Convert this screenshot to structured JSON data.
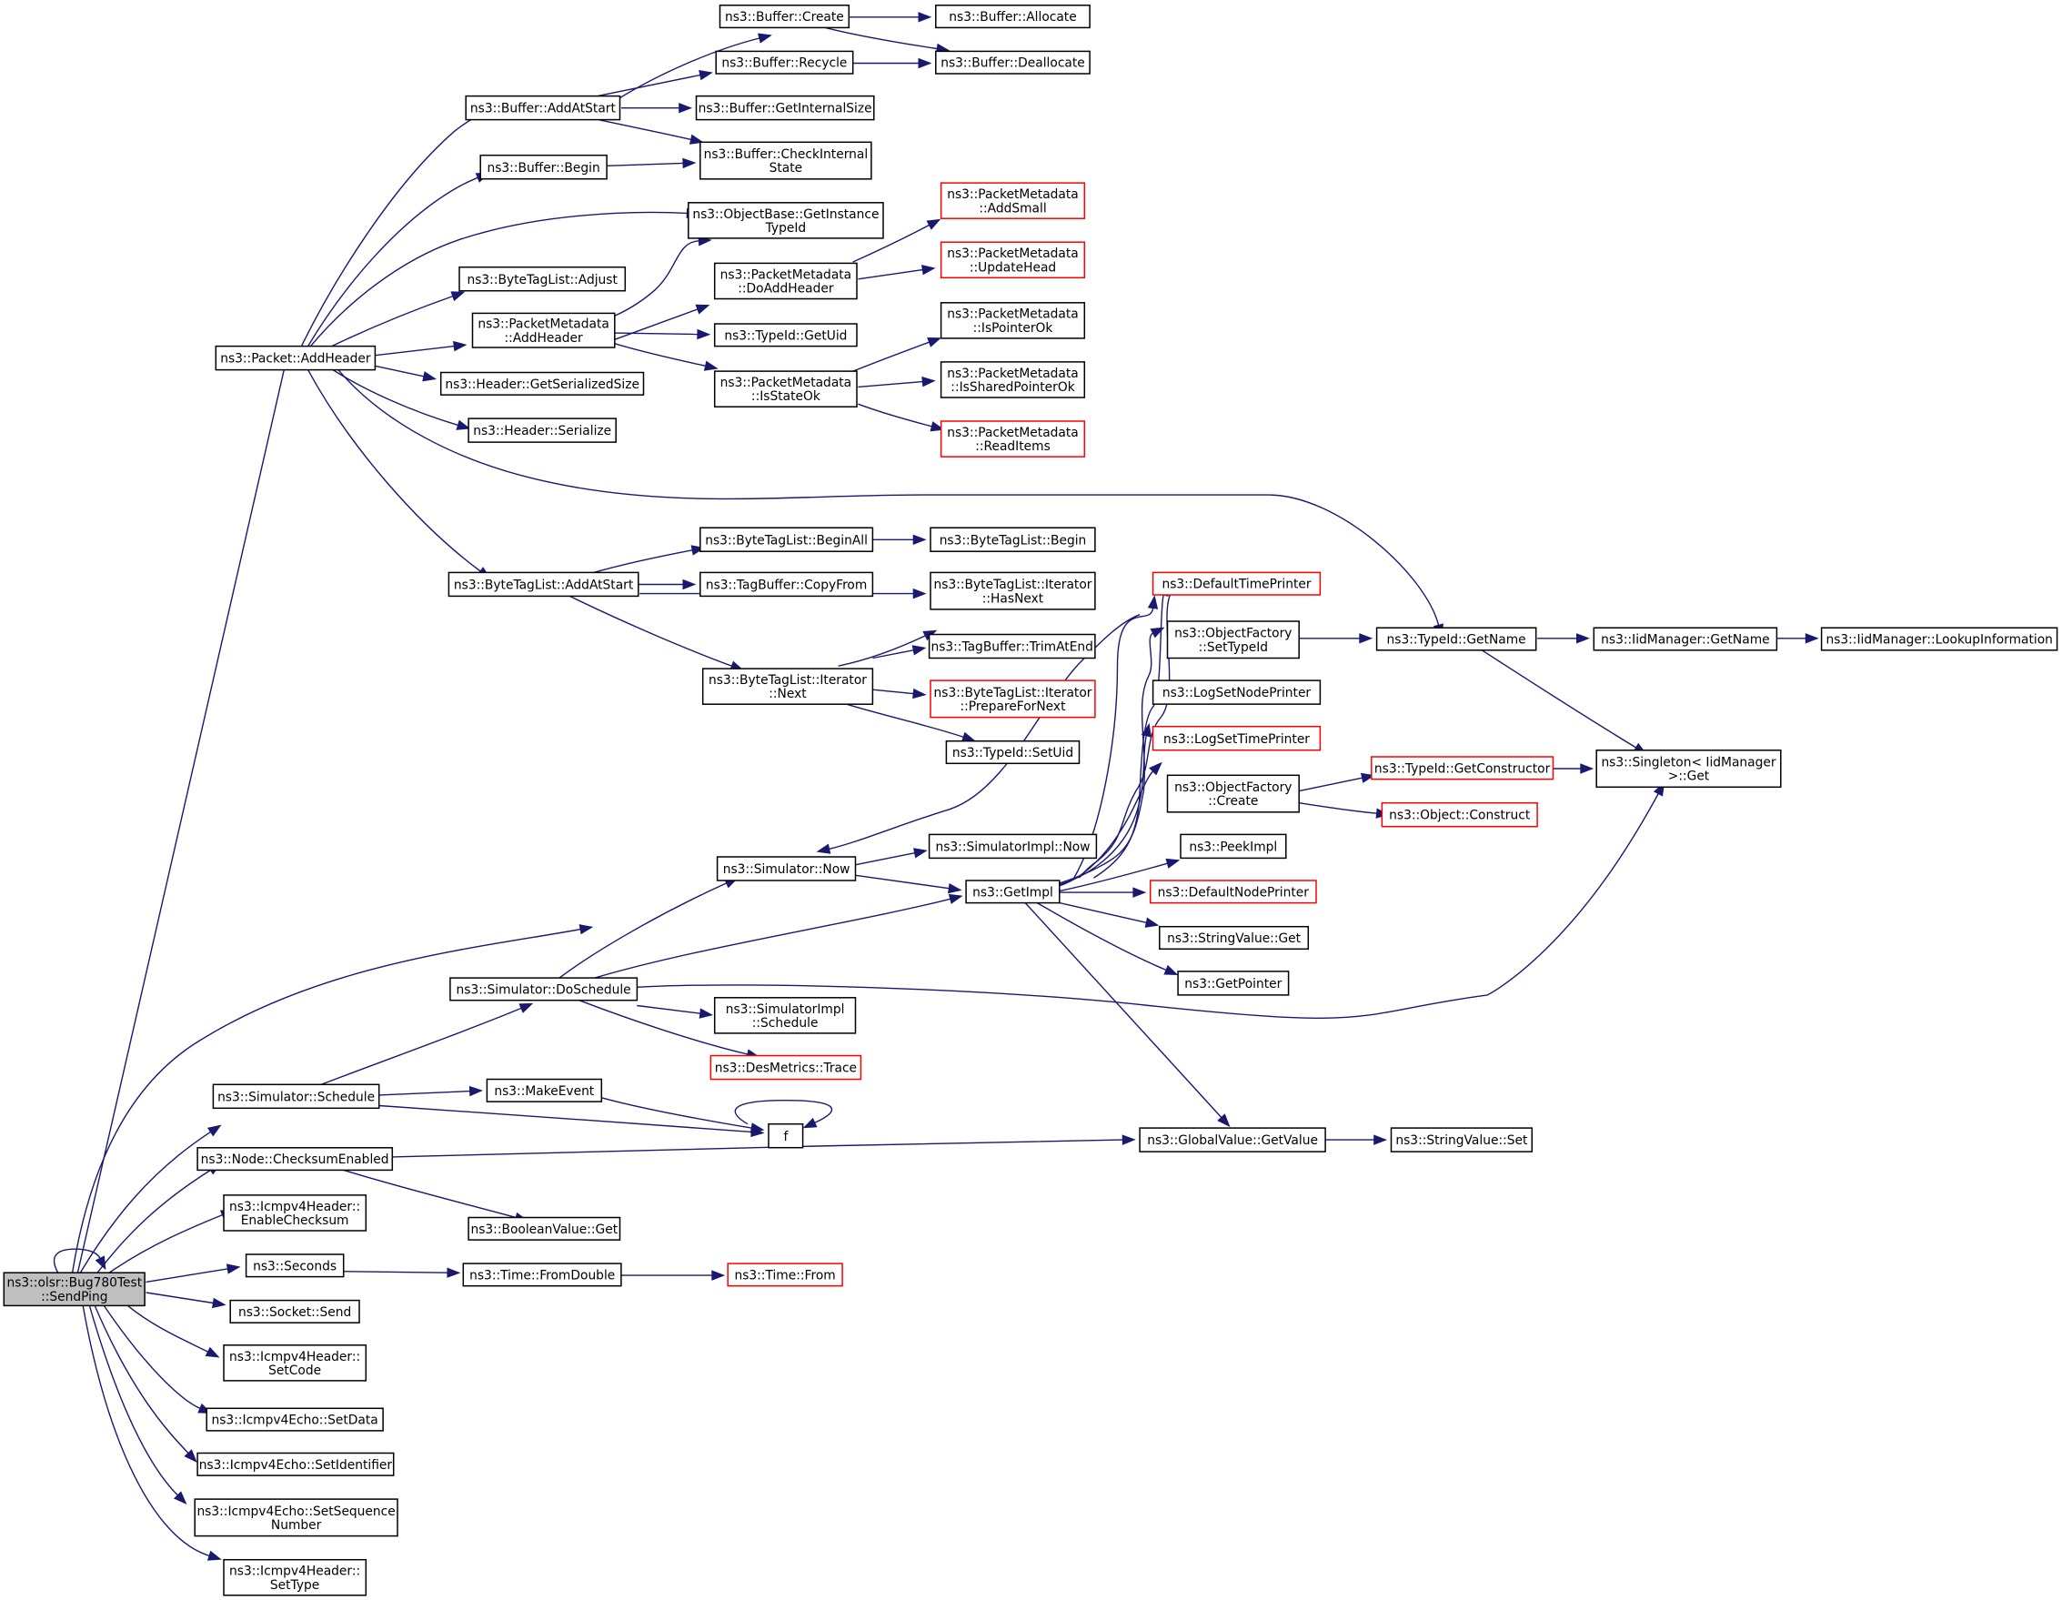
{
  "graph": {
    "edge_color": "#191970",
    "highlight_border_color": "#ff0000",
    "root_fill_color": "#bfbfbf",
    "nodes": [
      {
        "id": "root",
        "lines": [
          "ns3::olsr::Bug780Test",
          "::SendPing"
        ],
        "root": true
      },
      {
        "id": "pkt_addheader",
        "lines": [
          "ns3::Packet::AddHeader"
        ]
      },
      {
        "id": "buf_addatstart",
        "lines": [
          "ns3::Buffer::AddAtStart"
        ]
      },
      {
        "id": "buf_create",
        "lines": [
          "ns3::Buffer::Create"
        ]
      },
      {
        "id": "buf_allocate",
        "lines": [
          "ns3::Buffer::Allocate"
        ]
      },
      {
        "id": "buf_recycle",
        "lines": [
          "ns3::Buffer::Recycle"
        ]
      },
      {
        "id": "buf_deallocate",
        "lines": [
          "ns3::Buffer::Deallocate"
        ]
      },
      {
        "id": "buf_getinternalsize",
        "lines": [
          "ns3::Buffer::GetInternalSize"
        ]
      },
      {
        "id": "buf_checkinternal",
        "lines": [
          "ns3::Buffer::CheckInternal",
          "State"
        ]
      },
      {
        "id": "buf_begin",
        "lines": [
          "ns3::Buffer::Begin"
        ]
      },
      {
        "id": "objbase_getinst",
        "lines": [
          "ns3::ObjectBase::GetInstance",
          "TypeId"
        ]
      },
      {
        "id": "pm_addsmall",
        "lines": [
          "ns3::PacketMetadata",
          "::AddSmall"
        ],
        "red": true
      },
      {
        "id": "pm_doaddheader",
        "lines": [
          "ns3::PacketMetadata",
          "::DoAddHeader"
        ]
      },
      {
        "id": "pm_updatehead",
        "lines": [
          "ns3::PacketMetadata",
          "::UpdateHead"
        ],
        "red": true
      },
      {
        "id": "btl_adjust",
        "lines": [
          "ns3::ByteTagList::Adjust"
        ]
      },
      {
        "id": "pm_addheader",
        "lines": [
          "ns3::PacketMetadata",
          "::AddHeader"
        ]
      },
      {
        "id": "typeid_getuid",
        "lines": [
          "ns3::TypeId::GetUid"
        ]
      },
      {
        "id": "pm_ispointerok",
        "lines": [
          "ns3::PacketMetadata",
          "::IsPointerOk"
        ]
      },
      {
        "id": "pm_isstateok",
        "lines": [
          "ns3::PacketMetadata",
          "::IsStateOk"
        ]
      },
      {
        "id": "pm_issharedptrok",
        "lines": [
          "ns3::PacketMetadata",
          "::IsSharedPointerOk"
        ]
      },
      {
        "id": "pm_readitems",
        "lines": [
          "ns3::PacketMetadata",
          "::ReadItems"
        ],
        "red": true
      },
      {
        "id": "hdr_getsersize",
        "lines": [
          "ns3::Header::GetSerializedSize"
        ]
      },
      {
        "id": "hdr_serialize",
        "lines": [
          "ns3::Header::Serialize"
        ]
      },
      {
        "id": "btl_beginall",
        "lines": [
          "ns3::ByteTagList::BeginAll"
        ]
      },
      {
        "id": "btl_begin",
        "lines": [
          "ns3::ByteTagList::Begin"
        ]
      },
      {
        "id": "btl_addatstart",
        "lines": [
          "ns3::ByteTagList::AddAtStart"
        ]
      },
      {
        "id": "tagbuf_copyfrom",
        "lines": [
          "ns3::TagBuffer::CopyFrom"
        ]
      },
      {
        "id": "btli_hasnext",
        "lines": [
          "ns3::ByteTagList::Iterator",
          "::HasNext"
        ]
      },
      {
        "id": "default_time_printer",
        "lines": [
          "ns3::DefaultTimePrinter"
        ],
        "red": true
      },
      {
        "id": "objfact_settypeid",
        "lines": [
          "ns3::ObjectFactory",
          "::SetTypeId"
        ]
      },
      {
        "id": "typeid_getname",
        "lines": [
          "ns3::TypeId::GetName"
        ]
      },
      {
        "id": "iid_getname",
        "lines": [
          "ns3::IidManager::GetName"
        ]
      },
      {
        "id": "iid_lookup",
        "lines": [
          "ns3::IidManager::LookupInformation"
        ]
      },
      {
        "id": "tagbuf_trimatend",
        "lines": [
          "ns3::TagBuffer::TrimAtEnd"
        ]
      },
      {
        "id": "btli_next",
        "lines": [
          "ns3::ByteTagList::Iterator",
          "::Next"
        ]
      },
      {
        "id": "btli_preparefornext",
        "lines": [
          "ns3::ByteTagList::Iterator",
          "::PrepareForNext"
        ],
        "red": true
      },
      {
        "id": "log_setnodeprinter",
        "lines": [
          "ns3::LogSetNodePrinter"
        ]
      },
      {
        "id": "typeid_setuid",
        "lines": [
          "ns3::TypeId::SetUid"
        ]
      },
      {
        "id": "log_settimeprinter",
        "lines": [
          "ns3::LogSetTimePrinter"
        ],
        "red": true
      },
      {
        "id": "typeid_getctor",
        "lines": [
          "ns3::TypeId::GetConstructor"
        ],
        "red": true
      },
      {
        "id": "singleton_get",
        "lines": [
          "ns3::Singleton< IidManager",
          ">::Get"
        ]
      },
      {
        "id": "objfact_create",
        "lines": [
          "ns3::ObjectFactory",
          "::Create"
        ]
      },
      {
        "id": "object_construct",
        "lines": [
          "ns3::Object::Construct"
        ],
        "red": true
      },
      {
        "id": "peekimpl",
        "lines": [
          "ns3::PeekImpl"
        ]
      },
      {
        "id": "simimpl_now",
        "lines": [
          "ns3::SimulatorImpl::Now"
        ]
      },
      {
        "id": "sim_now",
        "lines": [
          "ns3::Simulator::Now"
        ]
      },
      {
        "id": "getimpl",
        "lines": [
          "ns3::GetImpl"
        ]
      },
      {
        "id": "default_node_printer",
        "lines": [
          "ns3::DefaultNodePrinter"
        ],
        "red": true
      },
      {
        "id": "stringvalue_get",
        "lines": [
          "ns3::StringValue::Get"
        ]
      },
      {
        "id": "getpointer",
        "lines": [
          "ns3::GetPointer"
        ]
      },
      {
        "id": "sim_doschedule",
        "lines": [
          "ns3::Simulator::DoSchedule"
        ]
      },
      {
        "id": "simimpl_schedule",
        "lines": [
          "ns3::SimulatorImpl",
          "::Schedule"
        ]
      },
      {
        "id": "desmetrics_trace",
        "lines": [
          "ns3::DesMetrics::Trace"
        ],
        "red": true
      },
      {
        "id": "sim_schedule",
        "lines": [
          "ns3::Simulator::Schedule"
        ]
      },
      {
        "id": "makeevent",
        "lines": [
          "ns3::MakeEvent"
        ]
      },
      {
        "id": "f",
        "lines": [
          "f"
        ]
      },
      {
        "id": "node_checksum",
        "lines": [
          "ns3::Node::ChecksumEnabled"
        ]
      },
      {
        "id": "globalvalue_getvalue",
        "lines": [
          "ns3::GlobalValue::GetValue"
        ]
      },
      {
        "id": "stringvalue_set",
        "lines": [
          "ns3::StringValue::Set"
        ]
      },
      {
        "id": "icmp_enablechecksum",
        "lines": [
          "ns3::Icmpv4Header::",
          "EnableChecksum"
        ]
      },
      {
        "id": "booleanvalue_get",
        "lines": [
          "ns3::BooleanValue::Get"
        ]
      },
      {
        "id": "seconds",
        "lines": [
          "ns3::Seconds"
        ]
      },
      {
        "id": "time_fromdouble",
        "lines": [
          "ns3::Time::FromDouble"
        ]
      },
      {
        "id": "time_from",
        "lines": [
          "ns3::Time::From"
        ],
        "red": true
      },
      {
        "id": "socket_send",
        "lines": [
          "ns3::Socket::Send"
        ]
      },
      {
        "id": "icmp_setcode",
        "lines": [
          "ns3::Icmpv4Header::",
          "SetCode"
        ]
      },
      {
        "id": "echo_setdata",
        "lines": [
          "ns3::Icmpv4Echo::SetData"
        ]
      },
      {
        "id": "echo_setidentifier",
        "lines": [
          "ns3::Icmpv4Echo::SetIdentifier"
        ]
      },
      {
        "id": "echo_setseqnum",
        "lines": [
          "ns3::Icmpv4Echo::SetSequence",
          "Number"
        ]
      },
      {
        "id": "icmp_settype",
        "lines": [
          "ns3::Icmpv4Header::",
          "SetType"
        ]
      }
    ]
  }
}
